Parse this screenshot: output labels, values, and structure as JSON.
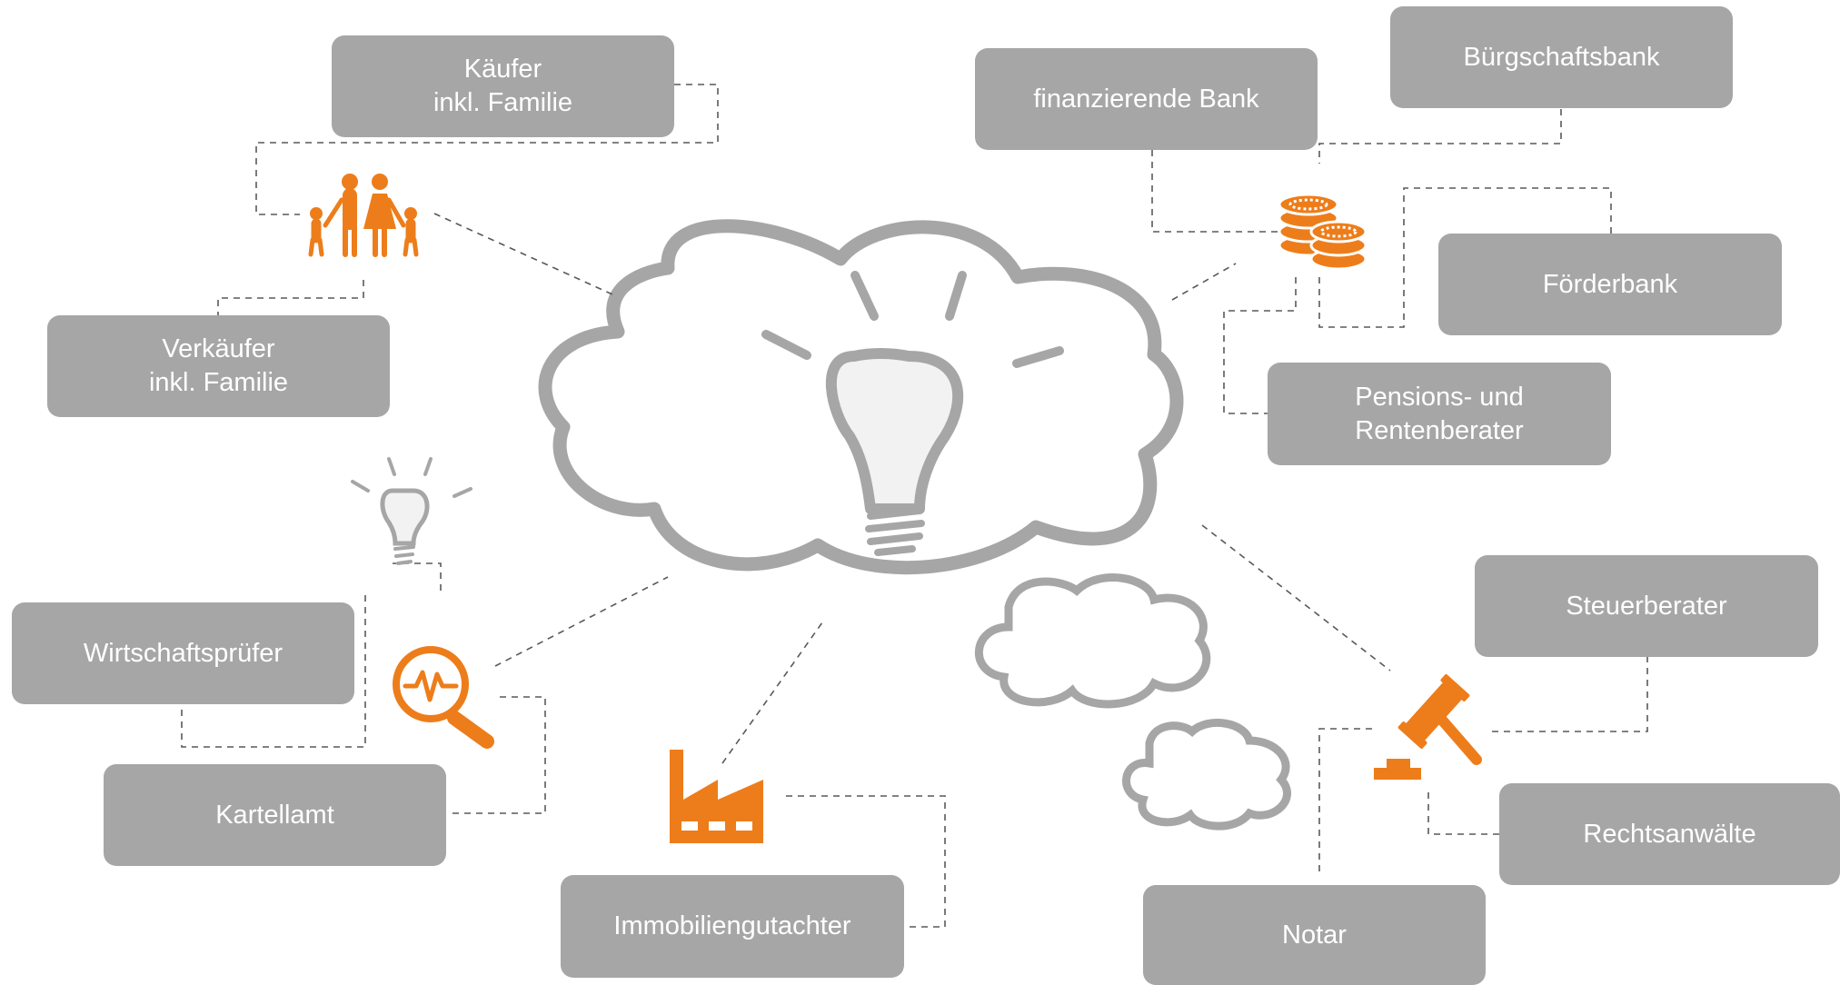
{
  "colors": {
    "box_fill": "#a6a6a6",
    "box_text": "#ffffff",
    "icon_accent": "#ed7d1a",
    "outline": "#a6a6a6",
    "connector": "#595959"
  },
  "central_icon": "lightbulb-in-cloud-icon",
  "stakeholders": {
    "kaeufer": "Käufer\ninkl. Familie",
    "verkaeufer": "Verkäufer\ninkl. Familie",
    "wirtschaftspruefer": "Wirtschaftsprüfer",
    "kartellamt": "Kartellamt",
    "immobiliengutachter": "Immobiliengutachter",
    "finanzierende_bank": "finanzierende Bank",
    "buergschaftsbank": "Bürgschaftsbank",
    "foerderbank": "Förderbank",
    "pensionsberater": "Pensions- und\nRentenberater",
    "steuerberater": "Steuerberater",
    "rechtsanwaelte": "Rechtsanwälte",
    "notar": "Notar"
  },
  "icons": {
    "family": "family-icon",
    "coins": "coins-icon",
    "magnifier": "magnifier-chart-icon",
    "factory": "factory-icon",
    "gavel": "gavel-icon",
    "small_bulb": "lightbulb-icon"
  }
}
